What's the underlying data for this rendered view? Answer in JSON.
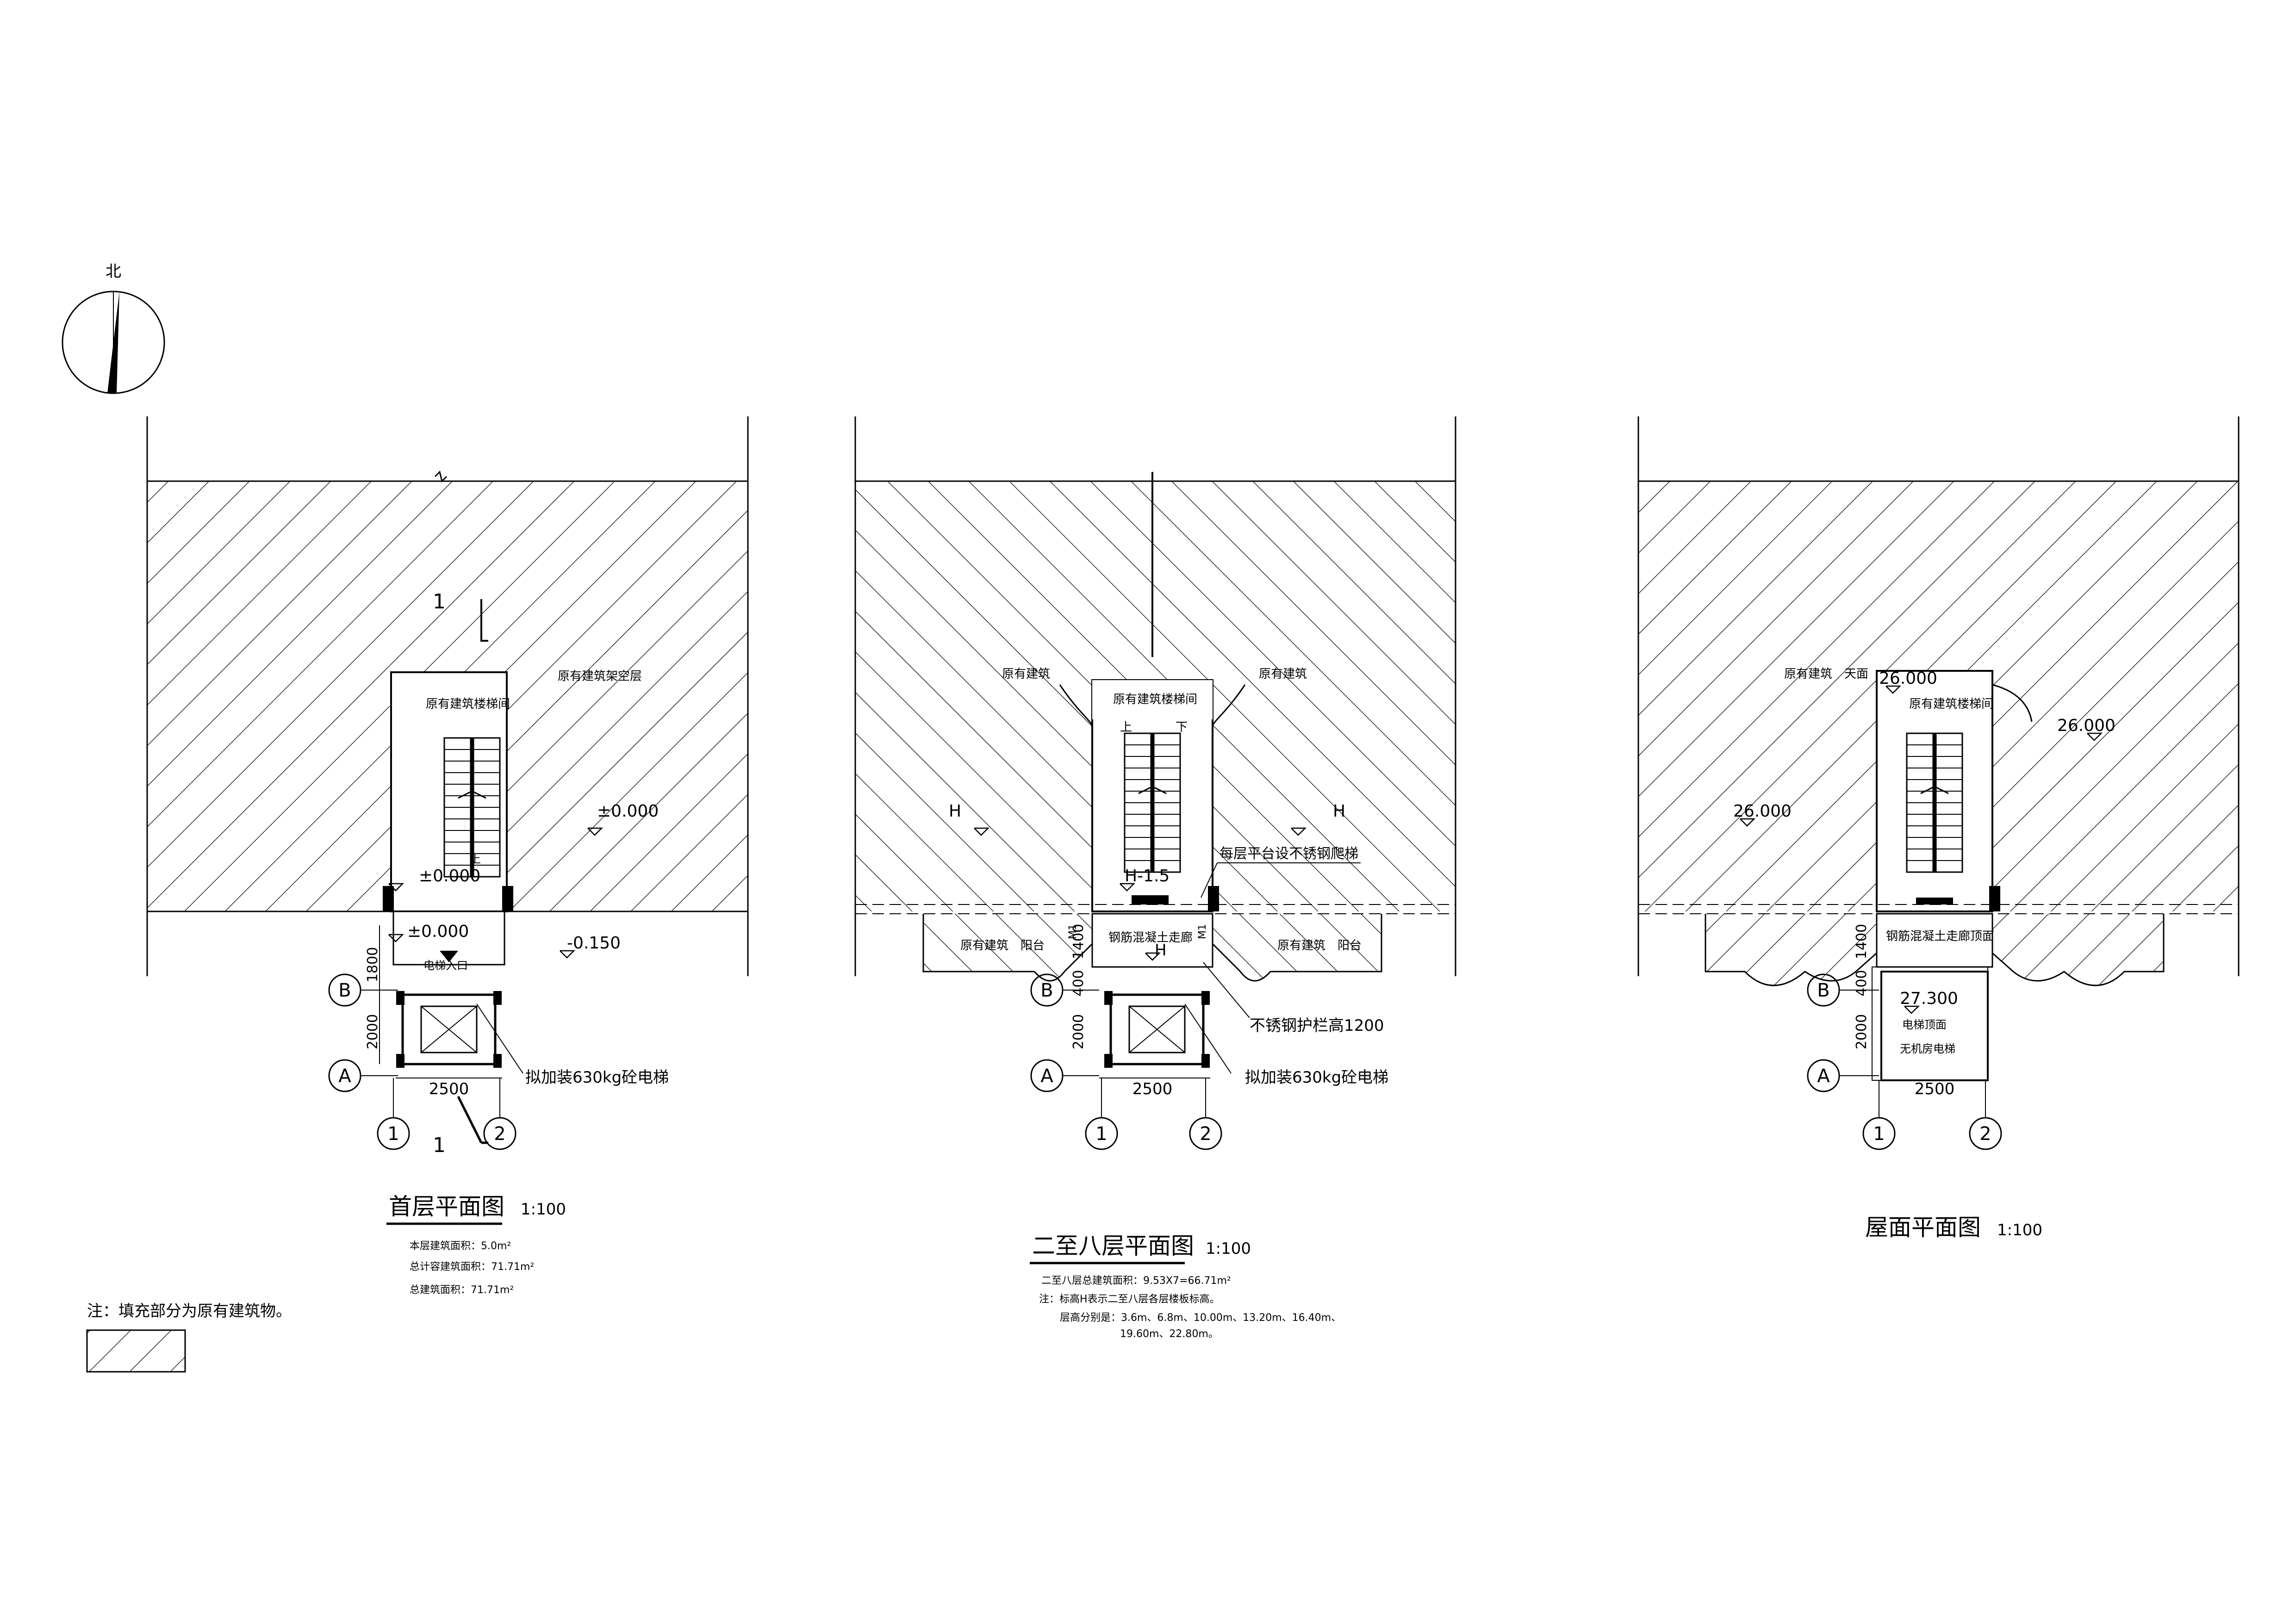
{
  "north": {
    "label": "北"
  },
  "plans": [
    {
      "title": "首层平面图",
      "scale": "1:100",
      "notes": [
        "本层建筑面积：5.0m²",
        "总计容建筑面积：71.71m²",
        "总建筑面积：71.71m²"
      ],
      "section_mark": "1",
      "labels": {
        "stair": "原有建筑楼梯间",
        "hatch": "原有建筑架空层",
        "entry": "电梯入口",
        "elevator": "拟加装630kg砼电梯"
      },
      "levels": [
        "±0.000",
        "±0.000",
        "±0.000",
        "-0.150"
      ],
      "dims": {
        "d1800": "1800",
        "d2000": "2000",
        "d2500": "2500"
      },
      "up": "上"
    },
    {
      "title": "二至八层平面图",
      "scale": "1:100",
      "notes": [
        "二至八层总建筑面积：9.53X7=66.71m²",
        "注：标高H表示二至八层各层楼板标高。",
        "层高分别是：3.6m、6.8m、10.00m、13.20m、16.40m、",
        "19.60m、22.80m。"
      ],
      "labels": {
        "bldg_l": "原有建筑",
        "bldg_r": "原有建筑",
        "stair": "原有建筑楼梯间",
        "ladder": "每层平台设不锈钢爬梯",
        "corridor": "钢筋混凝土走廊",
        "bal_l": "原有建筑　阳台",
        "bal_r": "原有建筑　阳台",
        "rail": "不锈钢护栏高1200",
        "elevator": "拟加装630kg砼电梯",
        "m1": "M1"
      },
      "levels": [
        "H",
        "H",
        "H-1.5",
        "H"
      ],
      "dims": {
        "d1400": "1400",
        "d400": "400",
        "d2000": "2000",
        "d2500": "2500"
      },
      "up": "上",
      "down": "下"
    },
    {
      "title": "屋面平面图",
      "scale": "1:100",
      "labels": {
        "roof": "原有建筑　天面",
        "stair": "原有建筑楼梯间",
        "corridor_roof": "钢筋混凝土走廊顶面",
        "elev_roof": "电梯顶面",
        "mrl": "无机房电梯"
      },
      "levels": [
        "26.000",
        "26.000",
        "26.000",
        "27.300"
      ],
      "dims": {
        "d1400": "1400",
        "d400": "400",
        "d2000": "2000",
        "d2500": "2500"
      }
    }
  ],
  "axes": {
    "a": "A",
    "b": "B",
    "n1": "1",
    "n2": "2"
  },
  "legend": {
    "note": "注：填充部分为原有建筑物。"
  }
}
